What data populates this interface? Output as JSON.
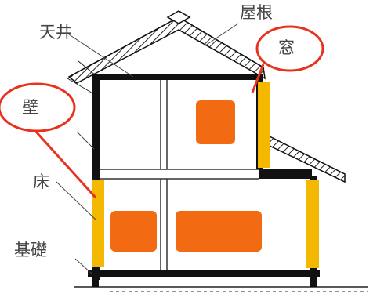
{
  "labels": {
    "ceiling": "天井",
    "roof": "屋根",
    "window": "窓",
    "wall": "壁",
    "floor": "床",
    "foundation": "基礎"
  },
  "colors": {
    "outline": "#111111",
    "hatch": "#222222",
    "insulation": "#f5b800",
    "room_marker": "#f26a12",
    "callout": "#e8321e",
    "label_text": "#444444"
  }
}
